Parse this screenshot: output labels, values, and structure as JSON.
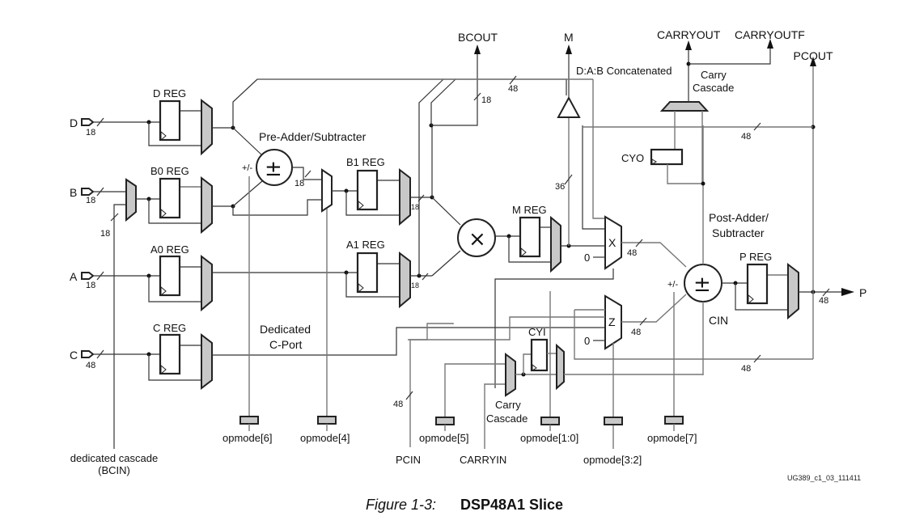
{
  "figure": {
    "caption_number": "Figure 1-3:",
    "caption_title": "DSP48A1 Slice",
    "figure_id": "UG389_c1_03_111411"
  },
  "inputs": {
    "d": {
      "name": "D",
      "width": "18"
    },
    "b": {
      "name": "B",
      "width": "18"
    },
    "a": {
      "name": "A",
      "width": "18"
    },
    "c": {
      "name": "C",
      "width": "48"
    },
    "bcin_width": "18"
  },
  "registers": {
    "d_reg": "D REG",
    "b0_reg": "B0 REG",
    "a0_reg": "A0 REG",
    "c_reg": "C REG",
    "b1_reg": "B1 REG",
    "a1_reg": "A1 REG",
    "m_reg": "M REG",
    "p_reg": "P REG",
    "cyo": "CYO",
    "cyi": "CYI"
  },
  "blocks": {
    "pre_adder": "Pre-Adder/Subtracter",
    "post_adder_line1": "Post-Adder/",
    "post_adder_line2": "Subtracter",
    "dedicated_cport_line1": "Dedicated",
    "dedicated_cport_line2": "C-Port",
    "carry_cascade_top_line1": "Carry",
    "carry_cascade_top_line2": "Cascade",
    "carry_cascade_bottom_line1": "Carry",
    "carry_cascade_bottom_line2": "Cascade",
    "dab_concat": "D:A:B Concatenated",
    "mux_x": "X",
    "mux_z": "Z",
    "zero": "0",
    "plusminus": "+/-",
    "cin": "CIN",
    "pm_symbol": "±",
    "mult_symbol": "×"
  },
  "outputs": {
    "bcout": "BCOUT",
    "m": "M",
    "carryout": "CARRYOUT",
    "carryoutf": "CARRYOUTF",
    "pcout": "PCOUT",
    "p": "P"
  },
  "bus_widths": {
    "w18": "18",
    "w36": "36",
    "w48": "48"
  },
  "bottom": {
    "bcin_line1": "dedicated cascade",
    "bcin_line2": "(BCIN)",
    "pcin": "PCIN",
    "carryin": "CARRYIN",
    "opmode6": "opmode[6]",
    "opmode4": "opmode[4]",
    "opmode5": "opmode[5]",
    "opmode10": "opmode[1:0]",
    "opmode32": "opmode[3:2]",
    "opmode7": "opmode[7]"
  }
}
